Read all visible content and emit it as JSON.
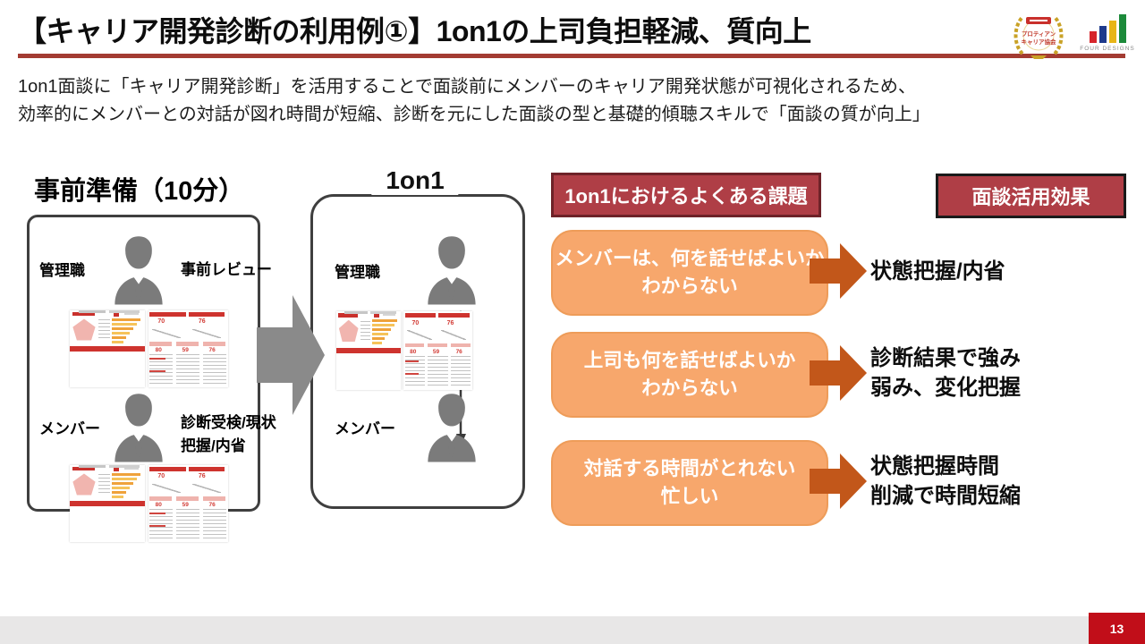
{
  "slide": {
    "title": "【キャリア開発診断の利用例①】1on1の上司負担軽減、質向上",
    "subtitle_line1": "1on1面談に「キャリア開発診断」を活用することで面談前にメンバーのキャリア開発状態が可視化されるため、",
    "subtitle_line2": "効率的にメンバーとの対話が図れ時間が短縮、診断を元にした面談の型と基礎的傾聴スキルで「面談の質が向上」",
    "page_number": "13"
  },
  "logos": {
    "cert_badge_line1": "プロティアン",
    "cert_badge_line2": "キャリア協会",
    "four_designs_label": "FOUR DESIGNS",
    "four_designs_bar_colors": [
      "#D6252B",
      "#1E3A8C",
      "#E8B517",
      "#1C8A3A"
    ]
  },
  "prep": {
    "heading": "事前準備（10分）",
    "manager_label": "管理職",
    "manager_action": "事前レビュー",
    "member_label": "メンバー",
    "member_action_line1": "診断受検/現状",
    "member_action_line2": "把握/内省"
  },
  "oneonone": {
    "heading": "1on1",
    "manager_label": "管理職",
    "member_label": "メンバー"
  },
  "issues": {
    "header": "1on1におけるよくある課題",
    "effects_header": "面談活用効果",
    "items": [
      {
        "problem_line1": "メンバーは、何を話せばよいか",
        "problem_line2": "わからない",
        "effect_line1": "状態把握/内省",
        "effect_line2": ""
      },
      {
        "problem_line1": "上司も何を話せばよいか",
        "problem_line2": "わからない",
        "effect_line1": "診断結果で強み",
        "effect_line2": "弱み、変化把握"
      },
      {
        "problem_line1": "対話する時間がとれない",
        "problem_line2": "忙しい",
        "effect_line1": "状態把握時間",
        "effect_line2": "削減で時間短縮"
      }
    ]
  },
  "report": {
    "score1": "70",
    "score2": "76",
    "col_scores": [
      "80",
      "59",
      "76"
    ]
  },
  "colors": {
    "title_rule_red": "#A33B32",
    "header_badge_red": "#AF3E46",
    "issue_box_orange": "#F7A76C",
    "effect_arrow_orange": "#C2571A",
    "flow_arrow_gray": "#8A8A8A",
    "footer_page_red": "#C10E19",
    "footer_bar_gray": "#E8E7E7"
  }
}
